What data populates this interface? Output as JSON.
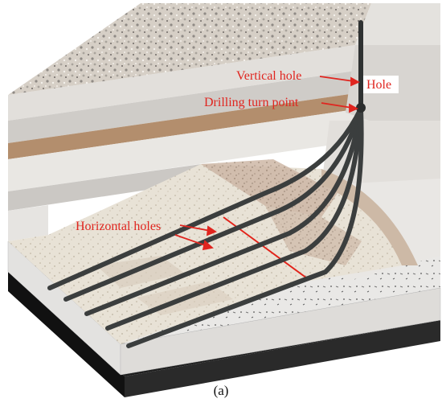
{
  "labels": {
    "vertical_hole": "Vertical hole",
    "hole": "Hole",
    "drilling_turn_point": "Drilling turn point",
    "horizontal_holes": "Horizontal holes"
  },
  "caption": "(a)",
  "colors": {
    "label_text": "#e0251f",
    "arrow": "#e0251f",
    "pipe": "#4a4d4d",
    "coal_seam": "#b58f6e",
    "rock_light": "#e4e1dd",
    "rock_mid": "#c9c6c2",
    "top_gravel": "#d2cbc3",
    "base": "#1c1c1c",
    "section_line": "#e2231a"
  }
}
